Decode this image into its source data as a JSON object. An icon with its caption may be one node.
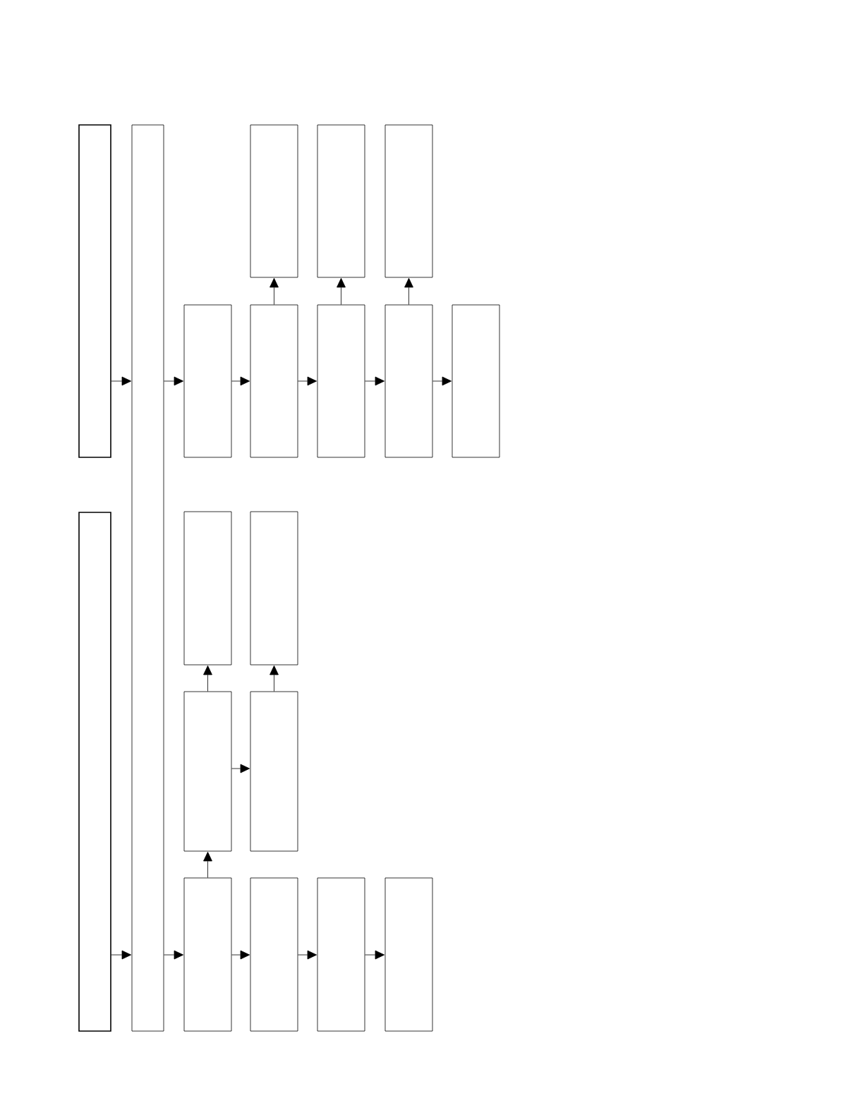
{
  "diagram": {
    "nodes": [
      {
        "text": [],
        "shape": "box"
      },
      {
        "text": [],
        "shape": "box"
      },
      {
        "text": [],
        "shape": "box"
      },
      {
        "text": [],
        "shape": "box"
      },
      {
        "text": [],
        "shape": "box"
      },
      {
        "text": [],
        "shape": "box"
      },
      {
        "text": [],
        "shape": "box"
      },
      {
        "text": [],
        "shape": "box"
      },
      {
        "text": [],
        "shape": "box"
      },
      {
        "text": [],
        "shape": "box"
      },
      {
        "text": [],
        "shape": "box"
      },
      {
        "text": [],
        "shape": "box"
      },
      {
        "text": [],
        "shape": "box"
      },
      {
        "text": [],
        "shape": "box"
      },
      {
        "text": [],
        "shape": "box"
      },
      {
        "text": [],
        "shape": "box"
      },
      {
        "text": [],
        "shape": "box"
      },
      {
        "text": [],
        "shape": "box"
      },
      {
        "text": [],
        "shape": "box"
      }
    ],
    "edges": [
      {
        "from": 0,
        "to": 1,
        "arrow": "to"
      },
      {
        "from": 1,
        "to": 5,
        "arrow": "to"
      },
      {
        "from": 5,
        "to": 6,
        "arrow": "to"
      },
      {
        "from": 6,
        "to": 7,
        "arrow": "to"
      },
      {
        "from": 7,
        "to": 8,
        "arrow": "to"
      },
      {
        "from": 8,
        "to": 9,
        "arrow": "to"
      },
      {
        "from": 6,
        "to": 2,
        "arrow": "to"
      },
      {
        "from": 7,
        "to": 3,
        "arrow": "to"
      },
      {
        "from": 8,
        "to": 4,
        "arrow": "to"
      },
      {
        "from": 10,
        "to": 1,
        "arrow": "to"
      },
      {
        "from": 1,
        "to": 15,
        "arrow": "to"
      },
      {
        "from": 15,
        "to": 16,
        "arrow": "to"
      },
      {
        "from": 16,
        "to": 17,
        "arrow": "to"
      },
      {
        "from": 17,
        "to": 18,
        "arrow": "to"
      },
      {
        "from": 15,
        "to": 13,
        "arrow": "to"
      },
      {
        "from": 13,
        "to": 11,
        "arrow": "to"
      },
      {
        "from": 13,
        "to": 14,
        "arrow": "to"
      },
      {
        "from": 14,
        "to": 12,
        "arrow": "to"
      }
    ]
  }
}
